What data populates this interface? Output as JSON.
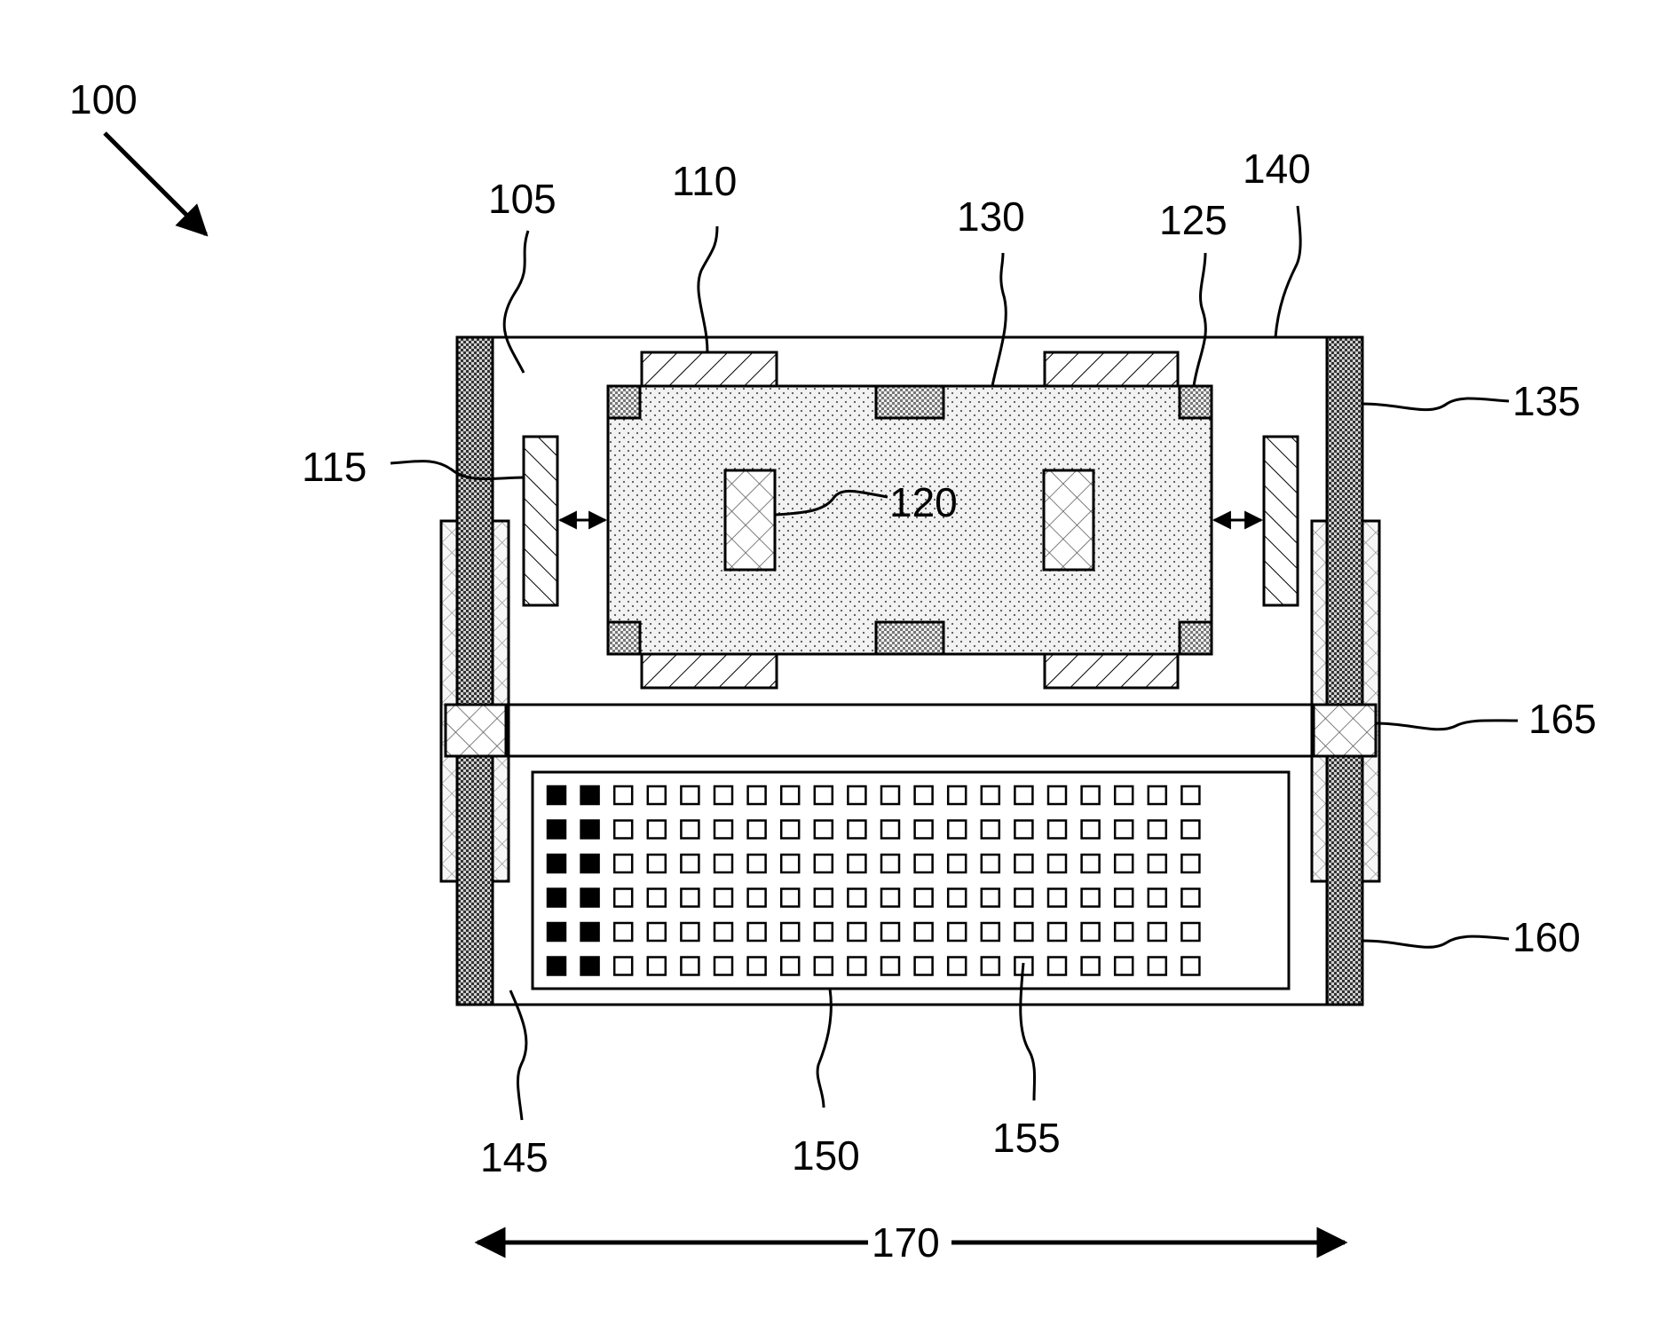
{
  "figure": {
    "labels": {
      "fig": "100",
      "l105": "105",
      "l110": "110",
      "l115": "115",
      "l120": "120",
      "l125": "125",
      "l130": "130",
      "l135": "135",
      "l140": "140",
      "l145": "145",
      "l150": "150",
      "l155": "155",
      "l160": "160",
      "l165": "165",
      "l170": "170"
    },
    "array": {
      "rows": 6,
      "columns": 20,
      "filled_columns": 2
    }
  }
}
